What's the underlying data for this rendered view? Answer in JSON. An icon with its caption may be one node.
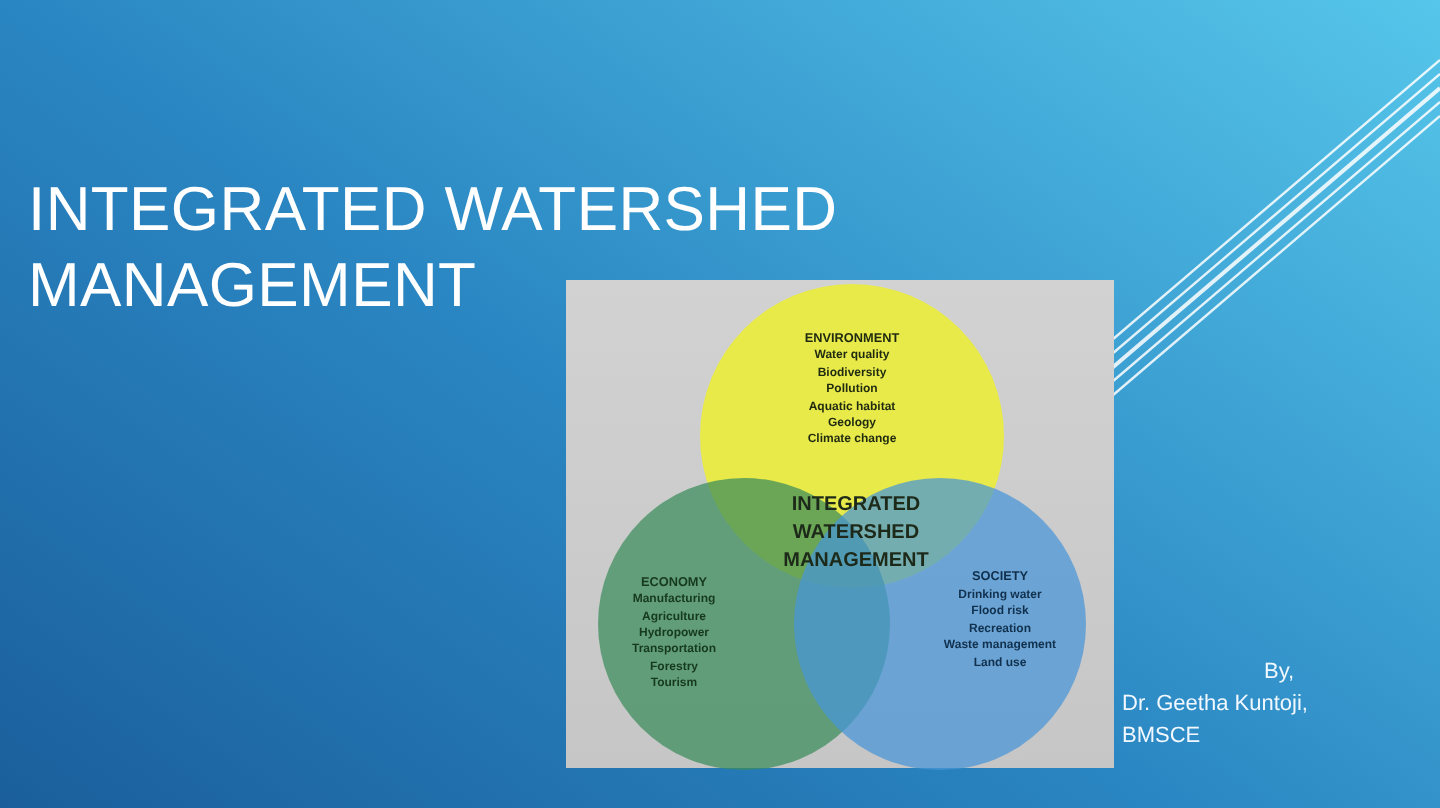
{
  "diagram": {
    "title": "INTEGRATED WATERSHED MANAGEMENT",
    "nodes": [
      {
        "text": [
          "ENVIRONMENT",
          "Water quality",
          "Biodiversity",
          "Pollution",
          "Aquatic habitat",
          "Geology",
          "Climate change"
        ]
      },
      {
        "text": [
          "ECONOMY",
          "Manufacturing",
          "Agriculture",
          "Hydropower",
          "Transportation",
          "Forestry",
          "Tourism"
        ]
      },
      {
        "text": [
          "SOCIETY",
          "Drinking water",
          "Flood risk",
          "Recreation",
          "Waste management",
          "Land use"
        ]
      }
    ],
    "labels": [
      "INTEGRATED WATERSHED MANAGEMENT",
      "By,",
      "Dr. Geetha Kuntoji,",
      "BMSCE"
    ]
  }
}
